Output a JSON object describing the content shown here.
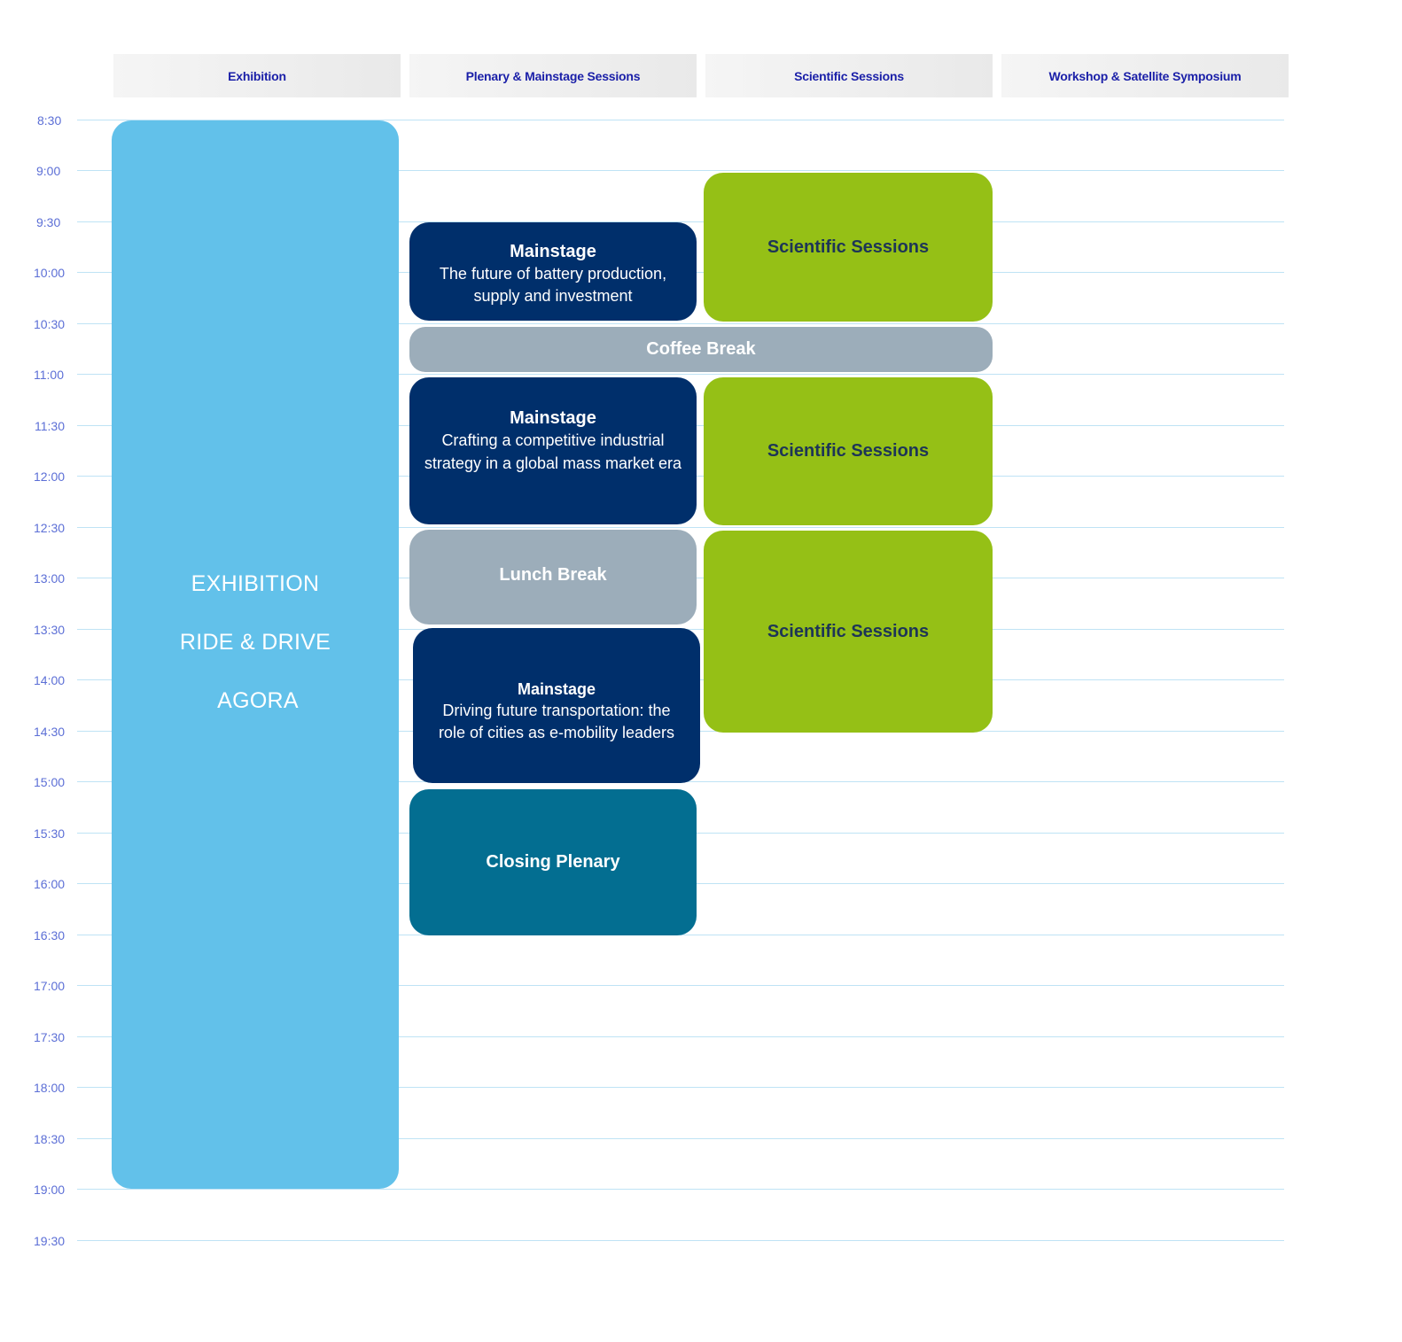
{
  "columns": [
    "Exhibition",
    "Plenary & Mainstage Sessions",
    "Scientific Sessions",
    "Workshop & Satellite Symposium"
  ],
  "times": [
    "8:30",
    "9:00",
    "9:30",
    "10:00",
    "10:30",
    "11:00",
    "11:30",
    "12:00",
    "12:30",
    "13:00",
    "13:30",
    "14:00",
    "14:30",
    "15:00",
    "15:30",
    "16:00",
    "16:30",
    "17:00",
    "17:30",
    "18:00",
    "18:30",
    "19:00",
    "19:30"
  ],
  "exhibition": {
    "lines": [
      "EXHIBITION",
      "RIDE & DRIVE",
      "AGORA"
    ],
    "color": "#62c1ea"
  },
  "mainstage_1": {
    "title": "Mainstage",
    "subtitle": "The future of battery production, supply and investment"
  },
  "mainstage_2": {
    "title": "Mainstage",
    "subtitle": "Crafting a competitive industrial strategy in a global mass market era"
  },
  "mainstage_3": {
    "title": "Mainstage",
    "subtitle": "Driving future transportation: the role of cities as e-mobility leaders"
  },
  "coffee_break": "Coffee Break",
  "lunch_break": "Lunch Break",
  "closing_plenary": "Closing Plenary",
  "scientific_1": "Scientific Sessions",
  "scientific_2": "Scientific Sessions",
  "scientific_3": "Scientific Sessions",
  "colors": {
    "mainstage": "#002f6b",
    "scientific": "#95c016",
    "break": "#9cadba",
    "closing": "#036e91",
    "header_text": "#1a1fa8",
    "time_text": "#5c6fd6",
    "grid_line": "#bfe3f5"
  }
}
